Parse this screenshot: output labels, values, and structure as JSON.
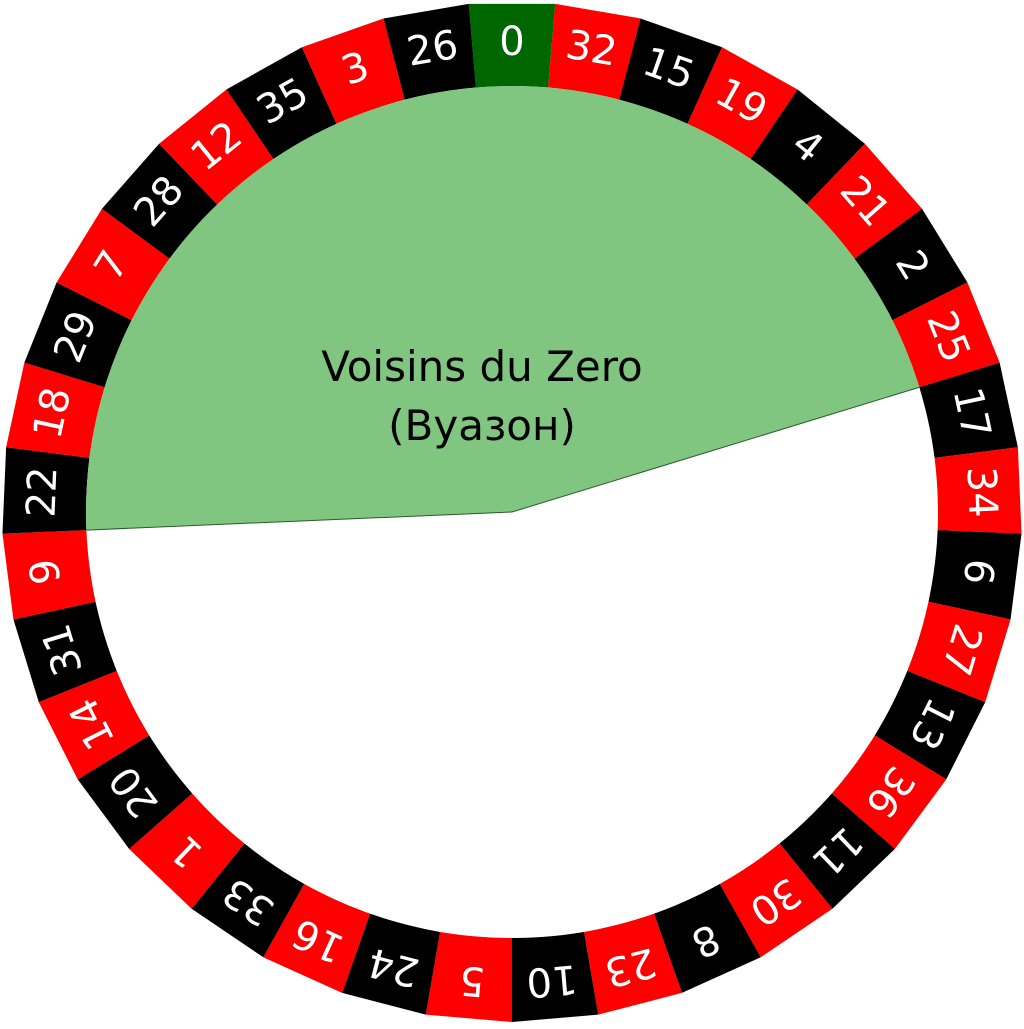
{
  "wheel": {
    "pockets": [
      {
        "number": "0",
        "color": "green"
      },
      {
        "number": "32",
        "color": "red"
      },
      {
        "number": "15",
        "color": "black"
      },
      {
        "number": "19",
        "color": "red"
      },
      {
        "number": "4",
        "color": "black"
      },
      {
        "number": "21",
        "color": "red"
      },
      {
        "number": "2",
        "color": "black"
      },
      {
        "number": "25",
        "color": "red"
      },
      {
        "number": "17",
        "color": "black"
      },
      {
        "number": "34",
        "color": "red"
      },
      {
        "number": "6",
        "color": "black"
      },
      {
        "number": "27",
        "color": "red"
      },
      {
        "number": "13",
        "color": "black"
      },
      {
        "number": "36",
        "color": "red"
      },
      {
        "number": "11",
        "color": "black"
      },
      {
        "number": "30",
        "color": "red"
      },
      {
        "number": "8",
        "color": "black"
      },
      {
        "number": "23",
        "color": "red"
      },
      {
        "number": "10",
        "color": "black"
      },
      {
        "number": "5",
        "color": "red"
      },
      {
        "number": "24",
        "color": "black"
      },
      {
        "number": "16",
        "color": "red"
      },
      {
        "number": "33",
        "color": "black"
      },
      {
        "number": "1",
        "color": "red"
      },
      {
        "number": "20",
        "color": "black"
      },
      {
        "number": "14",
        "color": "red"
      },
      {
        "number": "31",
        "color": "black"
      },
      {
        "number": "9",
        "color": "red"
      },
      {
        "number": "22",
        "color": "black"
      },
      {
        "number": "18",
        "color": "red"
      },
      {
        "number": "29",
        "color": "black"
      },
      {
        "number": "7",
        "color": "red"
      },
      {
        "number": "28",
        "color": "black"
      },
      {
        "number": "12",
        "color": "red"
      },
      {
        "number": "35",
        "color": "black"
      },
      {
        "number": "3",
        "color": "red"
      },
      {
        "number": "26",
        "color": "black"
      }
    ],
    "colors": {
      "red": "#ff0000",
      "black": "#000000",
      "green": "#006600",
      "sector_fill": "#80c680",
      "center": "#ffffff",
      "text": "#ffffff"
    }
  },
  "sector": {
    "label_line1": "Voisins du Zero",
    "label_line2": "(Вуазон)",
    "first_number": "22",
    "last_number": "25"
  }
}
